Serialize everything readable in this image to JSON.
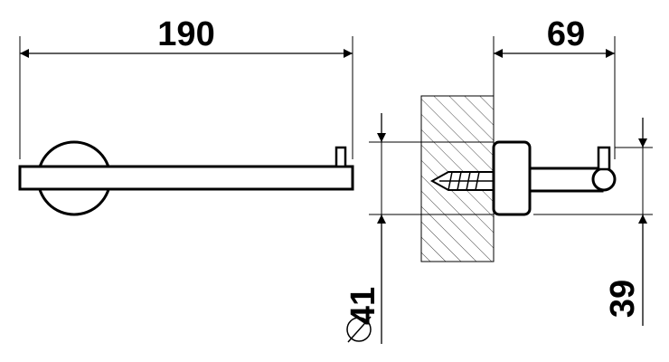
{
  "dimensions": {
    "length": "190",
    "depth": "69",
    "rosette_diameter": "41",
    "height": "39"
  },
  "colors": {
    "line": "#000000",
    "background": "#ffffff",
    "hatch": "#444444"
  }
}
